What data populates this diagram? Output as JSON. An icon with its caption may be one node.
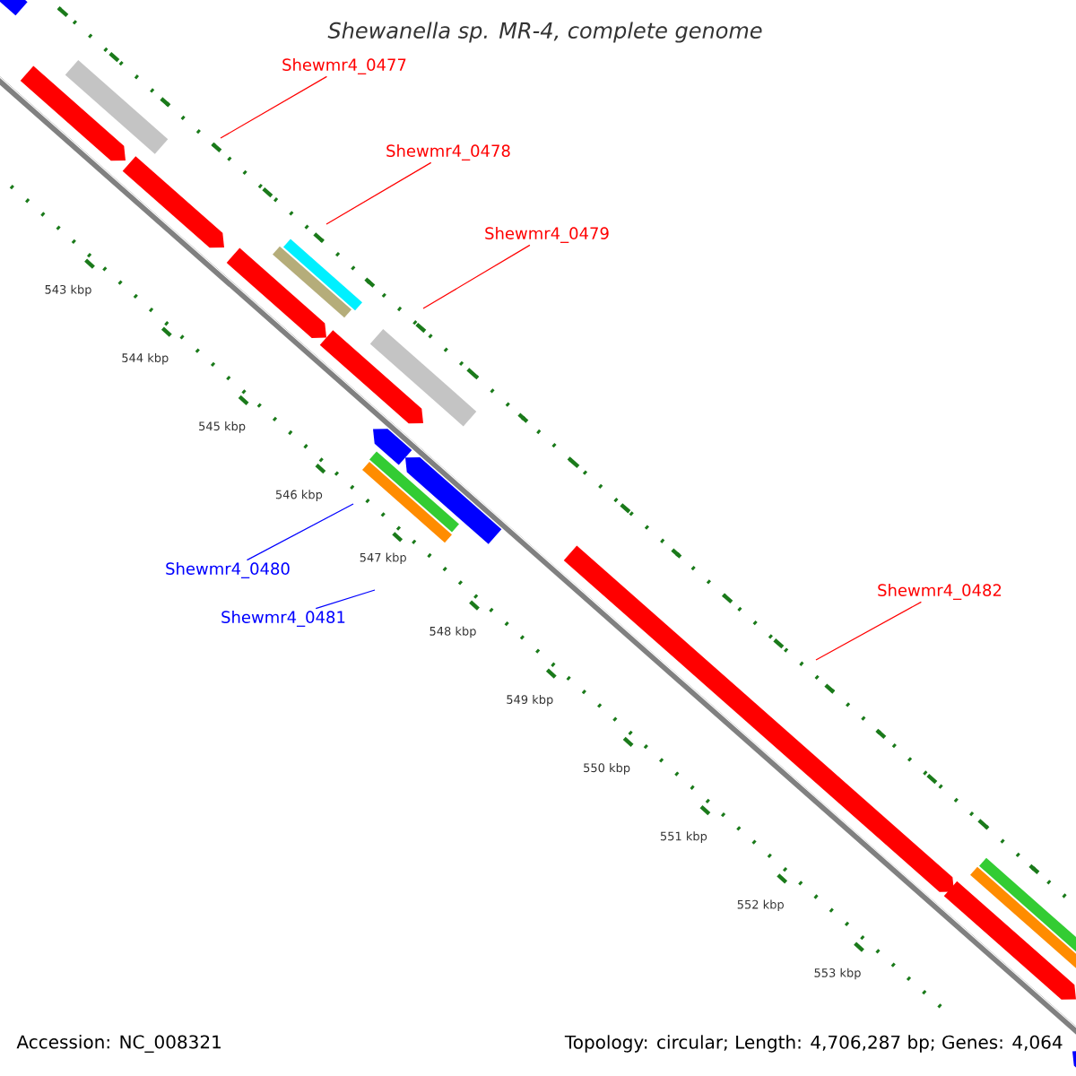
{
  "diagram": {
    "title": "Shewanella sp. MR-4, complete genome",
    "nodes": [
      {
        "text": [
          "Shewmr4_0477"
        ]
      },
      {
        "text": [
          "Shewmr4_0478"
        ]
      },
      {
        "text": [
          "Shewmr4_0479"
        ]
      },
      {
        "text": [
          "Shewmr4_0480"
        ]
      },
      {
        "text": [
          "Shewmr4_0481"
        ]
      },
      {
        "text": [
          "Shewmr4_0482"
        ]
      }
    ],
    "edges": [
      {
        "from": 0,
        "to": null,
        "arrow": "none"
      },
      {
        "from": 1,
        "to": null,
        "arrow": "none"
      },
      {
        "from": 2,
        "to": null,
        "arrow": "none"
      },
      {
        "from": 3,
        "to": null,
        "arrow": "none",
        "color": "#0000ff"
      },
      {
        "from": 4,
        "to": null,
        "arrow": "none",
        "color": "#0000ff"
      },
      {
        "from": 5,
        "to": null,
        "arrow": "none"
      }
    ],
    "labels": [
      "543 kbp",
      "544 kbp",
      "545 kbp",
      "546 kbp",
      "547 kbp",
      "548 kbp",
      "549 kbp",
      "550 kbp",
      "551 kbp",
      "552 kbp",
      "553 kbp",
      "Accession: NC_008321",
      "Topology: circular; Length: 4,706,287 bp; Genes: 4,064"
    ]
  }
}
